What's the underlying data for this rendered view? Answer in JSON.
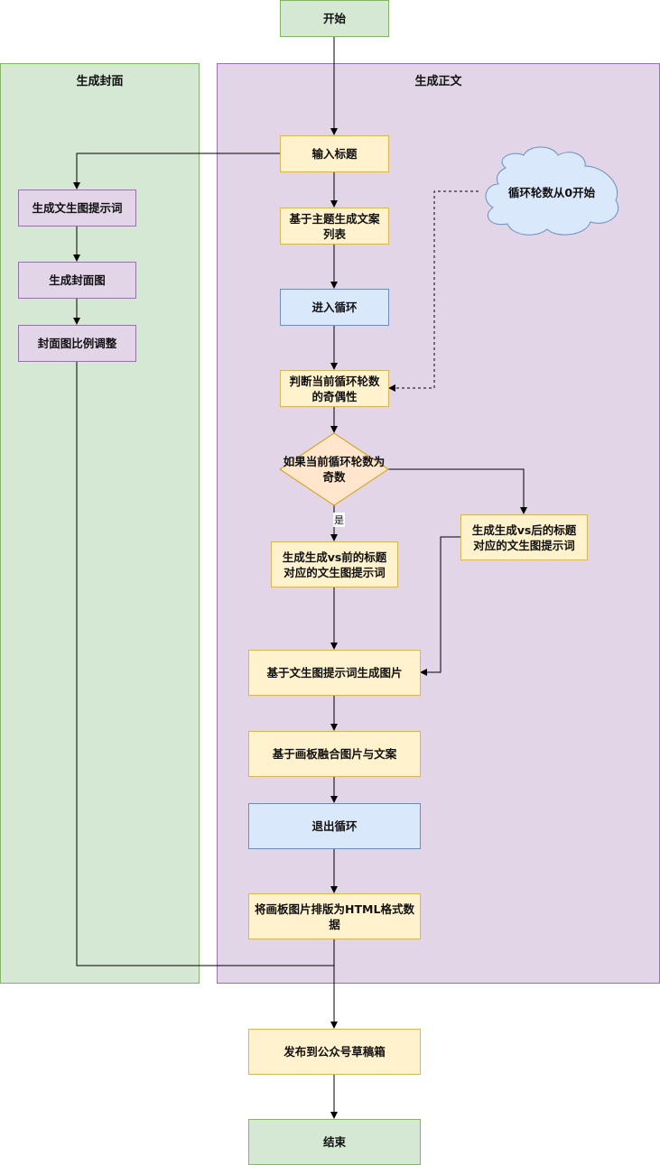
{
  "lanes": {
    "cover": {
      "title": "生成封面"
    },
    "body": {
      "title": "生成正文"
    }
  },
  "nodes": {
    "start": "开始",
    "input_title": "输入标题",
    "gen_copy_list": "基于主题生成文案列表",
    "enter_loop": "进入循环",
    "judge_parity": "判断当前循环轮数的奇偶性",
    "if_odd": "如果当前循环轮数为奇数",
    "prompt_before_vs": "生成生成vs前的标题对应的文生图提示词",
    "prompt_after_vs": "生成生成vs后的标题对应的文生图提示词",
    "gen_image": "基于文生图提示词生成图片",
    "merge_canvas": "基于画板融合图片与文案",
    "exit_loop": "退出循环",
    "layout_html": "将画板图片排版为HTML格式数据",
    "publish": "发布到公众号草稿箱",
    "end": "结束",
    "cover_prompt": "生成文生图提示词",
    "cover_image": "生成封面图",
    "cover_ratio": "封面图比例调整",
    "loop_note": "循环轮数从0开始"
  },
  "edge_labels": {
    "yes": "是"
  },
  "colors": {
    "green_fill": "#d5e8d4",
    "green_stroke": "#82b366",
    "purple_fill": "#e1d5e7",
    "purple_stroke": "#9673a6",
    "yellow_fill": "#fff2cc",
    "yellow_stroke": "#d6b656",
    "blue_fill": "#dae8fc",
    "blue_stroke": "#6c8ebf",
    "diamond_fill": "#ffe6cc",
    "diamond_stroke": "#d79b00"
  }
}
